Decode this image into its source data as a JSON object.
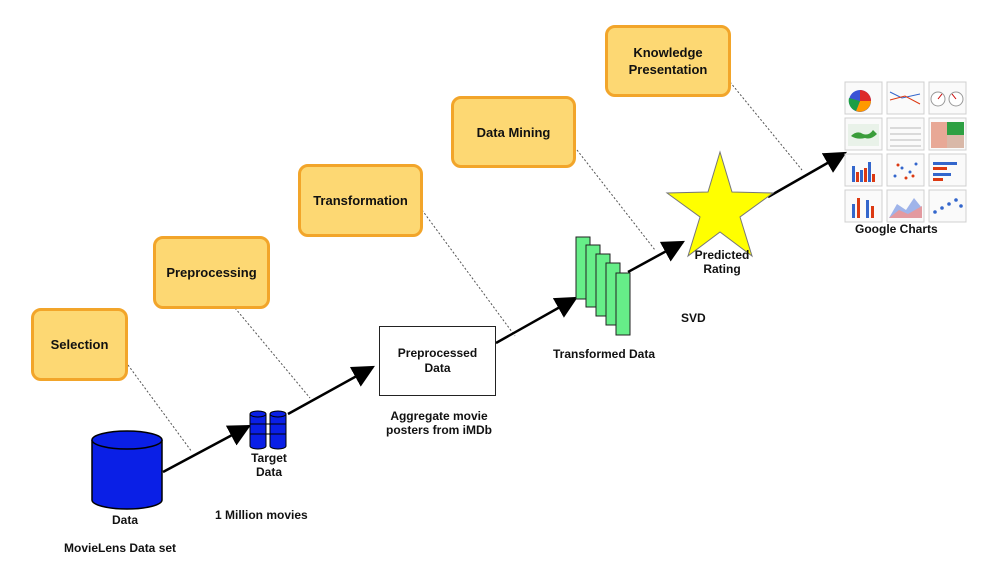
{
  "stages": {
    "selection": "Selection",
    "preprocessing": "Preprocessing",
    "transformation": "Transformation",
    "data_mining": "Data Mining",
    "knowledge_presentation": "Knowledge Presentation"
  },
  "nodes": {
    "data": "Data",
    "dataset": "MovieLens Data set",
    "target_data": "Target Data",
    "million_movies": "1 Million movies",
    "preprocessed_data": "Preprocessed Data",
    "aggregate": "Aggregate movie posters from iMDb",
    "transformed_data": "Transformed Data",
    "svd": "SVD",
    "predicted_rating": "Predicted Rating",
    "google_charts": "Google Charts"
  },
  "colors": {
    "stage_fill": "#fdd873",
    "stage_border": "#f2a52a",
    "database": "#0a1fe6",
    "transformed": "#66ee88",
    "star": "#ffff00"
  },
  "icons": [
    "database-cylinder-icon",
    "target-data-stack-icon",
    "transformed-data-cards-icon",
    "star-icon",
    "google-charts-thumbnail-grid-icon"
  ]
}
